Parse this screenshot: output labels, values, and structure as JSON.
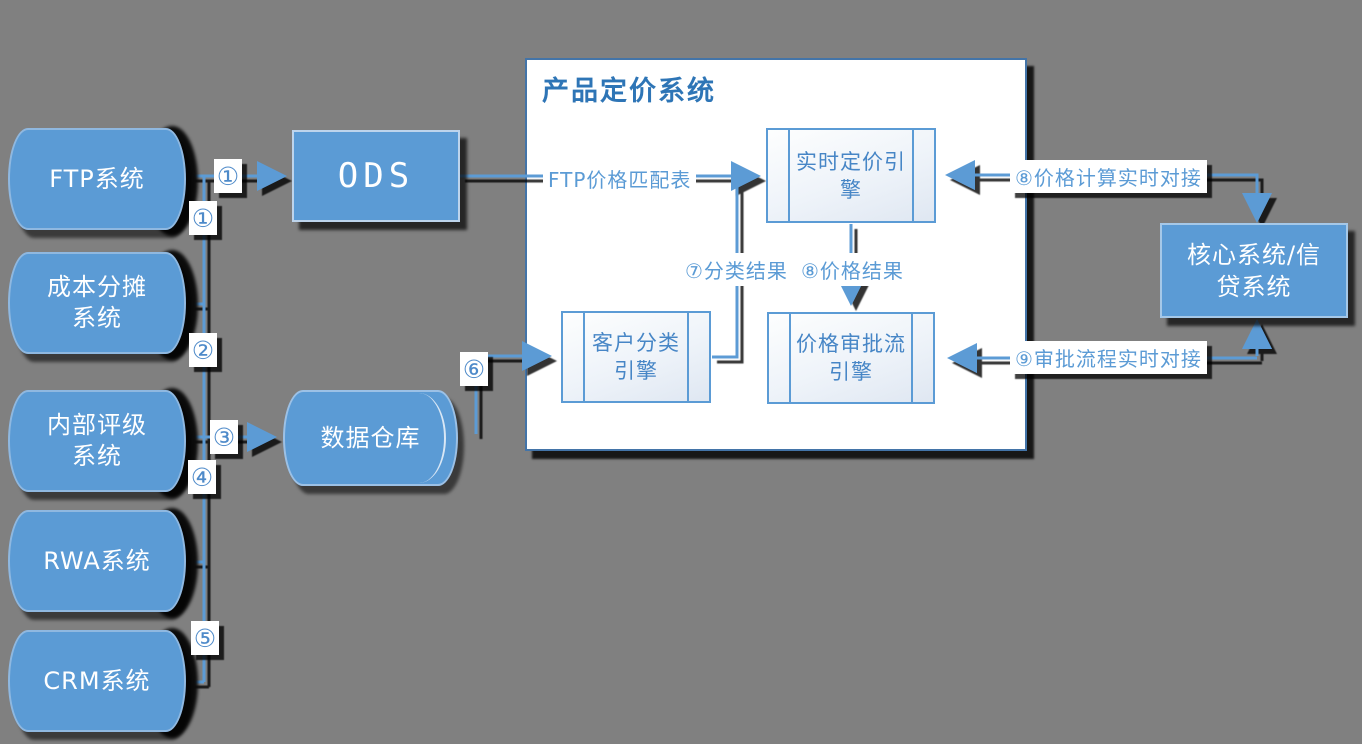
{
  "diagram_title": "产品定价系统",
  "colors": {
    "background": "#808080",
    "shape_blue": "#5B9BD5",
    "line_blue": "#5B9BD5",
    "title_blue": "#2E75B6",
    "engine_text_blue": "#4786C6",
    "box_border": "#4374A8",
    "shadow": "#000000"
  },
  "sources": [
    {
      "label": "FTP系统"
    },
    {
      "label": "成本分摊\n系统"
    },
    {
      "label": "内部评级\n系统"
    },
    {
      "label": "RWA系统"
    },
    {
      "label": "CRM系统"
    }
  ],
  "ods": {
    "label": "ODS"
  },
  "warehouse": {
    "label": "数据仓库"
  },
  "pricing_system": {
    "title": "产品定价系统",
    "engines": [
      {
        "label": "实时定价引\n擎"
      },
      {
        "label": "客户分类\n引擎"
      },
      {
        "label": "价格审批流\n引擎"
      }
    ]
  },
  "core_system": {
    "label": "核心系统/信\n贷系统"
  },
  "flow_labels": {
    "ftp_price_table": "FTP价格匹配表",
    "classification_result": "⑦分类结果",
    "price_result": "⑧价格结果",
    "price_calc_realtime": "⑧价格计算实时对接",
    "approval_flow_realtime": "⑨审批流程实时对接"
  },
  "badges": [
    {
      "glyph": "①"
    },
    {
      "glyph": "①"
    },
    {
      "glyph": "②"
    },
    {
      "glyph": "③"
    },
    {
      "glyph": "④"
    },
    {
      "glyph": "⑤"
    },
    {
      "glyph": "⑥"
    }
  ]
}
